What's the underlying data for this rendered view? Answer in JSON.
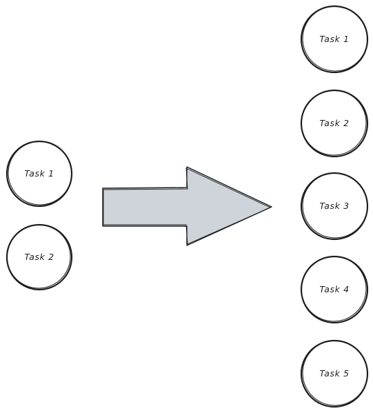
{
  "diagram": {
    "left_column": {
      "nodes": [
        {
          "label": "Task 1"
        },
        {
          "label": "Task 2"
        }
      ]
    },
    "right_column": {
      "nodes": [
        {
          "label": "Task 1"
        },
        {
          "label": "Task 2"
        },
        {
          "label": "Task 3"
        },
        {
          "label": "Task 4"
        },
        {
          "label": "Task 5"
        }
      ]
    },
    "arrow": {
      "fill_color": "#ced4da",
      "stroke_color": "#1e1e1e"
    },
    "node_stroke_color": "#1e1e1e"
  }
}
